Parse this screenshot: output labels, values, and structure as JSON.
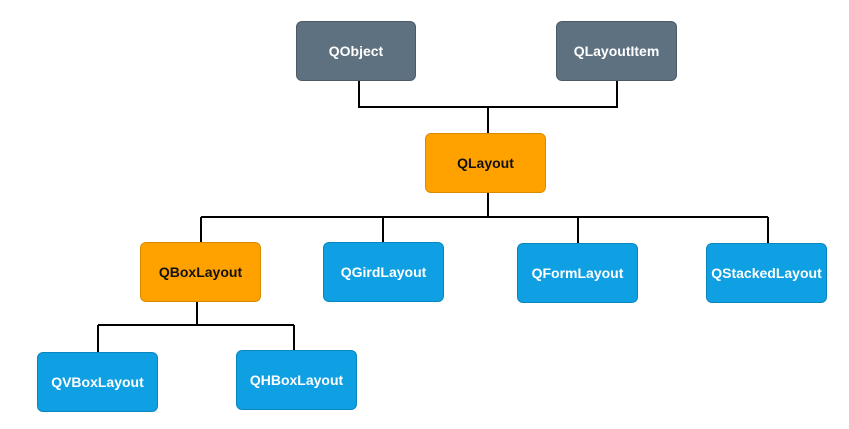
{
  "diagram": {
    "nodes": {
      "qobject": "QObject",
      "qlayoutitem": "QLayoutItem",
      "qlayout": "QLayout",
      "qboxlayout": "QBoxLayout",
      "qgirdlayout": "QGirdLayout",
      "qformlayout": "QFormLayout",
      "qstackedlayout": "QStackedLayout",
      "qvboxlayout": "QVBoxLayout",
      "qhboxlayout": "QHBoxLayout"
    },
    "colors": {
      "base_class": "#5e7180",
      "abstract_layout": "#ffa200",
      "concrete_layout": "#0ea0e2",
      "connector": "#000000"
    }
  }
}
